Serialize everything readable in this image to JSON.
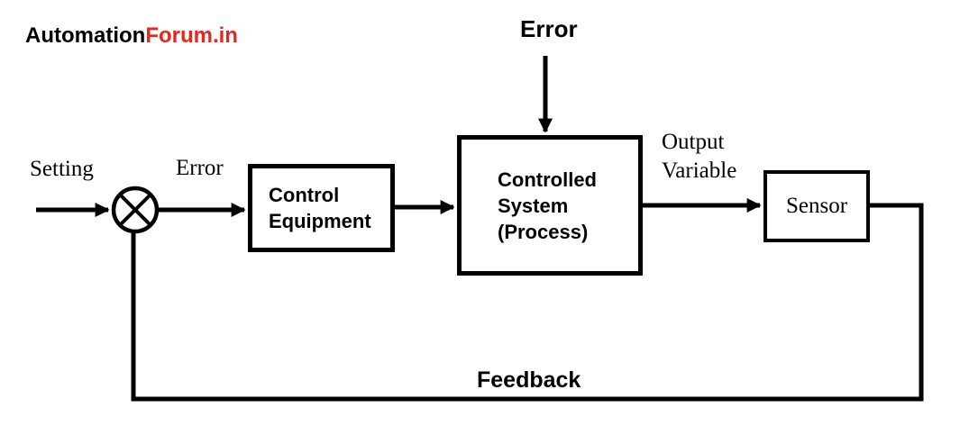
{
  "logo": {
    "part1": "Automation",
    "part2": "Forum.in"
  },
  "labels": {
    "error_top": "Error",
    "setting": "Setting",
    "error_mid": "Error",
    "output_variable_line1": "Output",
    "output_variable_line2": "Variable",
    "feedback": "Feedback"
  },
  "blocks": {
    "control_equipment": {
      "lines": [
        "Control",
        "Equipment"
      ]
    },
    "controlled_system": {
      "lines": [
        "Controlled",
        "System",
        "(Process)"
      ]
    },
    "sensor": {
      "label": "Sensor"
    }
  },
  "colors": {
    "line": "#000000",
    "logo_accent": "#e8251f",
    "background": "#ffffff"
  }
}
